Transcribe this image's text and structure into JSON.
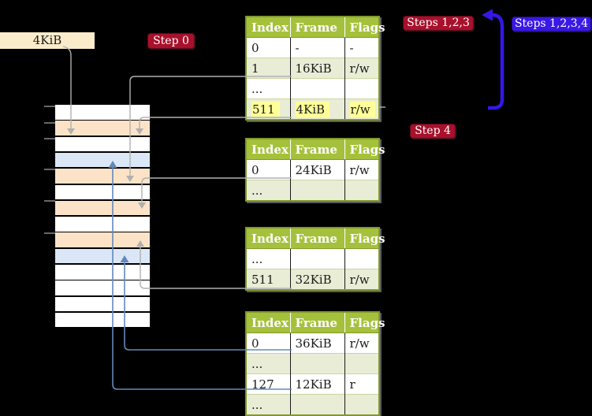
{
  "labels": {
    "page_frame_size": "4KiB",
    "step_0": "Step 0",
    "steps_123": "Steps 1,2,3",
    "steps_1234": "Steps 1,2,3,4",
    "step_4": "Step 4"
  },
  "colors": {
    "badge_red": "#a8102c",
    "badge_blue": "#3a18e6",
    "arrow_blue": "#3318e6",
    "table_header_green": "#a5c13c",
    "table_row_alt": "#e9edd6",
    "table_border_olive": "#7f9a2b",
    "highlight_yellow": "#ffff99",
    "frame_orange": "#fce3c7",
    "frame_blue": "#dbe7f6",
    "connector_gray": "#b0b0b0",
    "connector_blue": "#6488bb",
    "label_cream": "#faeccb"
  },
  "memory": {
    "rows": [
      "white",
      "orange",
      "white",
      "blue",
      "orange",
      "white",
      "orange",
      "white",
      "orange",
      "blue",
      "white",
      "white",
      "white",
      "white"
    ]
  },
  "table_headers": [
    "Index",
    "Frame",
    "Flags"
  ],
  "tables": [
    {
      "name": "page-table-top",
      "rows": [
        {
          "cells": [
            "0",
            "-",
            "-"
          ],
          "highlight": false
        },
        {
          "cells": [
            "1",
            "16KiB",
            "r/w"
          ],
          "highlight": false
        },
        {
          "cells": [
            "...",
            "",
            ""
          ],
          "highlight": false
        },
        {
          "cells": [
            "511",
            "4KiB",
            "r/w"
          ],
          "highlight": true
        }
      ]
    },
    {
      "name": "page-table-second",
      "rows": [
        {
          "cells": [
            "0",
            "24KiB",
            "r/w"
          ],
          "highlight": false
        },
        {
          "cells": [
            "...",
            "",
            ""
          ],
          "highlight": false
        }
      ]
    },
    {
      "name": "page-table-third",
      "rows": [
        {
          "cells": [
            "...",
            "",
            ""
          ],
          "highlight": false
        },
        {
          "cells": [
            "511",
            "32KiB",
            "r/w"
          ],
          "highlight": false
        }
      ]
    },
    {
      "name": "page-table-bottom",
      "rows": [
        {
          "cells": [
            "0",
            "36KiB",
            "r/w"
          ],
          "highlight": false
        },
        {
          "cells": [
            "...",
            "",
            ""
          ],
          "highlight": false
        },
        {
          "cells": [
            "127",
            "12KiB",
            "r"
          ],
          "highlight": false
        },
        {
          "cells": [
            "...",
            "",
            ""
          ],
          "highlight": false
        }
      ]
    }
  ]
}
